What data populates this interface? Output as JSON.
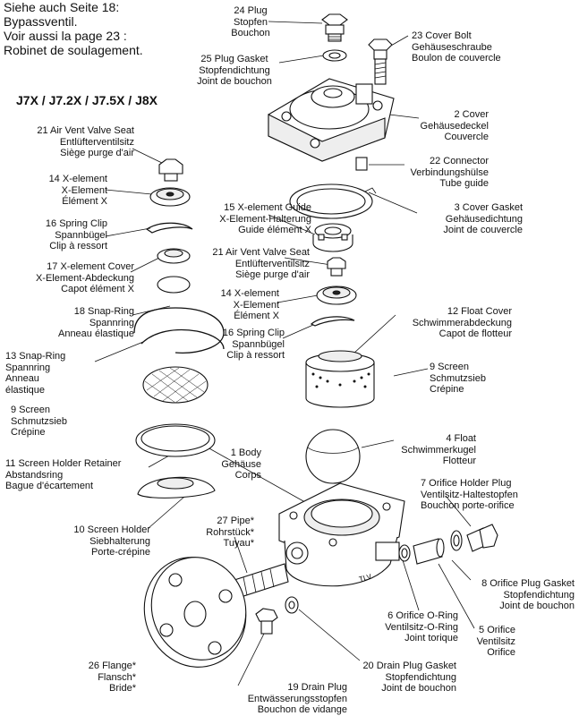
{
  "header": {
    "line1": "Siehe auch Seite 18:",
    "line2": "Bypassventil.",
    "line3": "Voir aussi la page 23 :",
    "line4": "Robinet de soulagement."
  },
  "models": "J7X / J7.2X / J7.5X / J8X",
  "parts": {
    "p24": [
      "24 Plug",
      "Stopfen",
      "Bouchon"
    ],
    "p23": [
      "23 Cover Bolt",
      "Gehäuseschraube",
      "Boulon de couvercle"
    ],
    "p25": [
      "25 Plug Gasket",
      "Stopfendichtung",
      "Joint de bouchon"
    ],
    "p2": [
      "2 Cover",
      "Gehäusedeckel",
      "Couvercle"
    ],
    "p21a": [
      "21 Air Vent Valve Seat",
      "Entlüfterventilsitz",
      "Siège purge d'air"
    ],
    "p22": [
      "22 Connector",
      "Verbindungshülse",
      "Tube guide"
    ],
    "p14a": [
      "14 X-element",
      "X-Element",
      "Élément X"
    ],
    "p3": [
      "3 Cover Gasket",
      "Gehäusedichtung",
      "Joint de couvercle"
    ],
    "p15": [
      "15 X-element Guide",
      "X-Element-Halterung",
      "Guide élément X"
    ],
    "p16a": [
      "16 Spring Clip",
      "Spannbügel",
      "Clip à ressort"
    ],
    "p21b": [
      "21 Air Vent Valve Seat",
      "Entlüfterventilsitz",
      "Siège purge d'air"
    ],
    "p17": [
      "17 X-element Cover",
      "X-Element-Abdeckung",
      "Capot élément X"
    ],
    "p14b": [
      "14 X-element",
      "X-Element",
      "Élément X"
    ],
    "p18": [
      "18 Snap-Ring",
      "Spannring",
      "Anneau élastique"
    ],
    "p12": [
      "12 Float Cover",
      "Schwimmerabdeckung",
      "Capot de flotteur"
    ],
    "p16b": [
      "16 Spring Clip",
      "Spannbügel",
      "Clip à ressort"
    ],
    "p13": [
      "13 Snap-Ring",
      "Spannring",
      "Anneau",
      "élastique"
    ],
    "p9a": [
      "9 Screen",
      "Schmutzsieb",
      "Crépine"
    ],
    "p9b": [
      "9 Screen",
      "Schmutzsieb",
      "Crépine"
    ],
    "p4": [
      "4 Float",
      "Schwimmerkugel",
      "Flotteur"
    ],
    "p11": [
      "11 Screen Holder Retainer",
      "Abstandsring",
      "Bague d'écartement"
    ],
    "p1": [
      "1 Body",
      "Gehäuse",
      "Corps"
    ],
    "p7": [
      "7 Orifice Holder Plug",
      "Ventilsitz-Haltestopfen",
      "Bouchon porte-orifice"
    ],
    "p27": [
      "27 Pipe*",
      "Rohrstück*",
      "Tuyau*"
    ],
    "p10": [
      "10 Screen Holder",
      "Siebhalterung",
      "Porte-crépine"
    ],
    "p8": [
      "8 Orifice Plug Gasket",
      "Stopfendichtung",
      "Joint de bouchon"
    ],
    "p6": [
      "6 Orifice O-Ring",
      "Ventilsitz-O-Ring",
      "Joint torique"
    ],
    "p5": [
      "5 Orifice",
      "Ventilsitz",
      "Orifice"
    ],
    "p26": [
      "26 Flange*",
      "Flansch*",
      "Bride*"
    ],
    "p20": [
      "20 Drain Plug Gasket",
      "Stopfendichtung",
      "Joint de bouchon"
    ],
    "p19": [
      "19 Drain Plug",
      "Entwässerungsstopfen",
      "Bouchon de vidange"
    ]
  },
  "body_marking": "TLV"
}
